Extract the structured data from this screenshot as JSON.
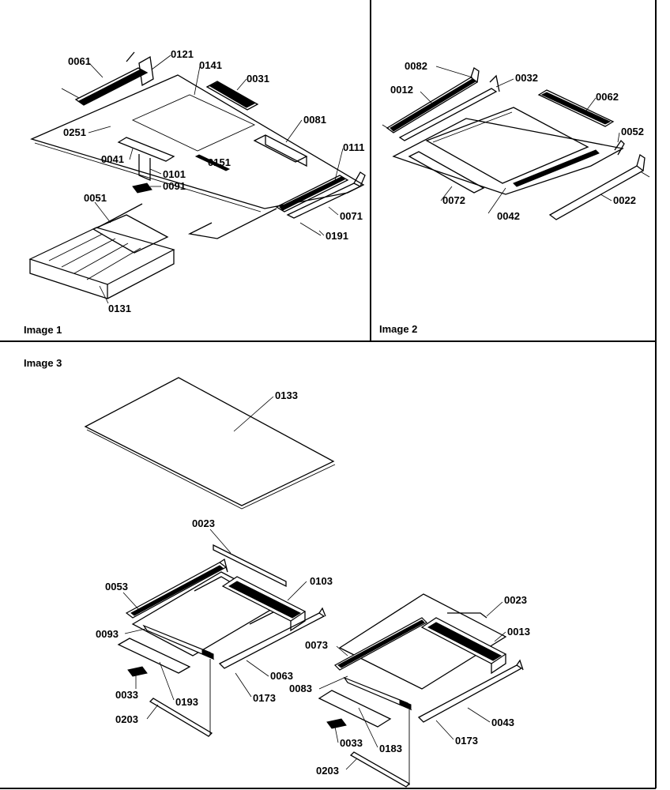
{
  "captions": {
    "image1": "Image 1",
    "image2": "Image 2",
    "image3": "Image 3"
  },
  "image1_labels": [
    "0061",
    "0121",
    "0141",
    "0031",
    "0251",
    "0081",
    "0041",
    "0151",
    "0101",
    "0091",
    "0111",
    "0051",
    "0071",
    "0191",
    "0131"
  ],
  "image2_labels": [
    "0082",
    "0012",
    "0032",
    "0062",
    "0052",
    "0072",
    "0042",
    "0022"
  ],
  "image3_labels": [
    "0133",
    "0023",
    "0053",
    "0103",
    "0093",
    "0063",
    "0033",
    "0193",
    "0173",
    "0203",
    "0023",
    "0073",
    "0013",
    "0083",
    "0043",
    "0033",
    "0183",
    "0173",
    "0203"
  ]
}
